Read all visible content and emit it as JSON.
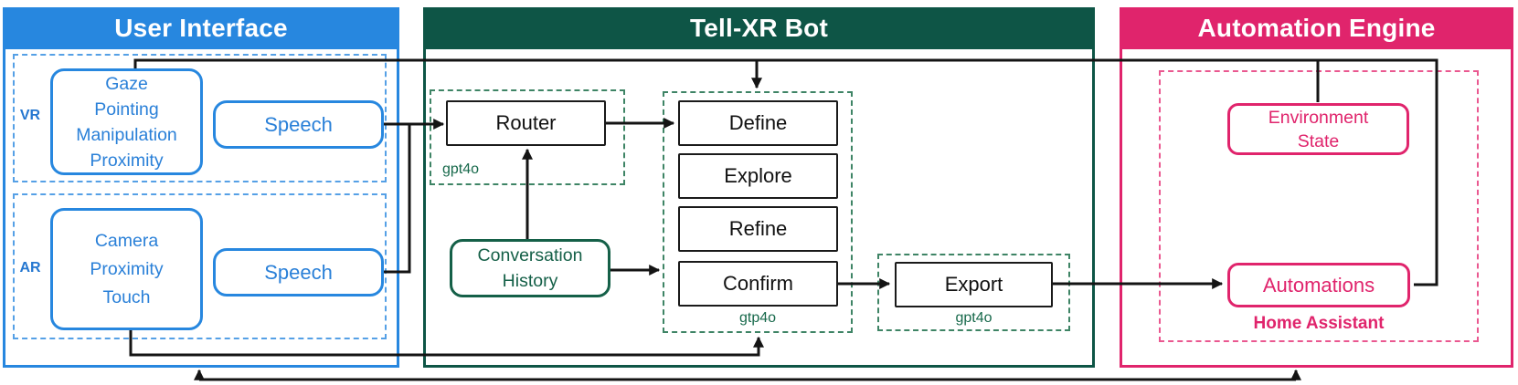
{
  "colors": {
    "ui_blue": "#2787DF",
    "bot_green": "#0E5546",
    "engine_pink": "#E0246C",
    "wire_black": "#141414"
  },
  "sections": {
    "user_interface": {
      "title": "User Interface",
      "vr": {
        "label": "VR",
        "inputs": "Gaze\nPointing\nManipulation\nProximity",
        "speech": "Speech"
      },
      "ar": {
        "label": "AR",
        "inputs": "Camera\nProximity\nTouch",
        "speech": "Speech"
      }
    },
    "tellxr_bot": {
      "title": "Tell-XR Bot",
      "router": {
        "label": "Router",
        "model": "gpt4o"
      },
      "conversation_history": "Conversation\nHistory",
      "stages": {
        "items": [
          "Define",
          "Explore",
          "Refine",
          "Confirm"
        ],
        "model": "gtp4o"
      },
      "export": {
        "label": "Export",
        "model": "gpt4o"
      }
    },
    "automation_engine": {
      "title": "Automation Engine",
      "environment_state": "Environment\nState",
      "automations": "Automations",
      "platform": "Home Assistant"
    }
  }
}
